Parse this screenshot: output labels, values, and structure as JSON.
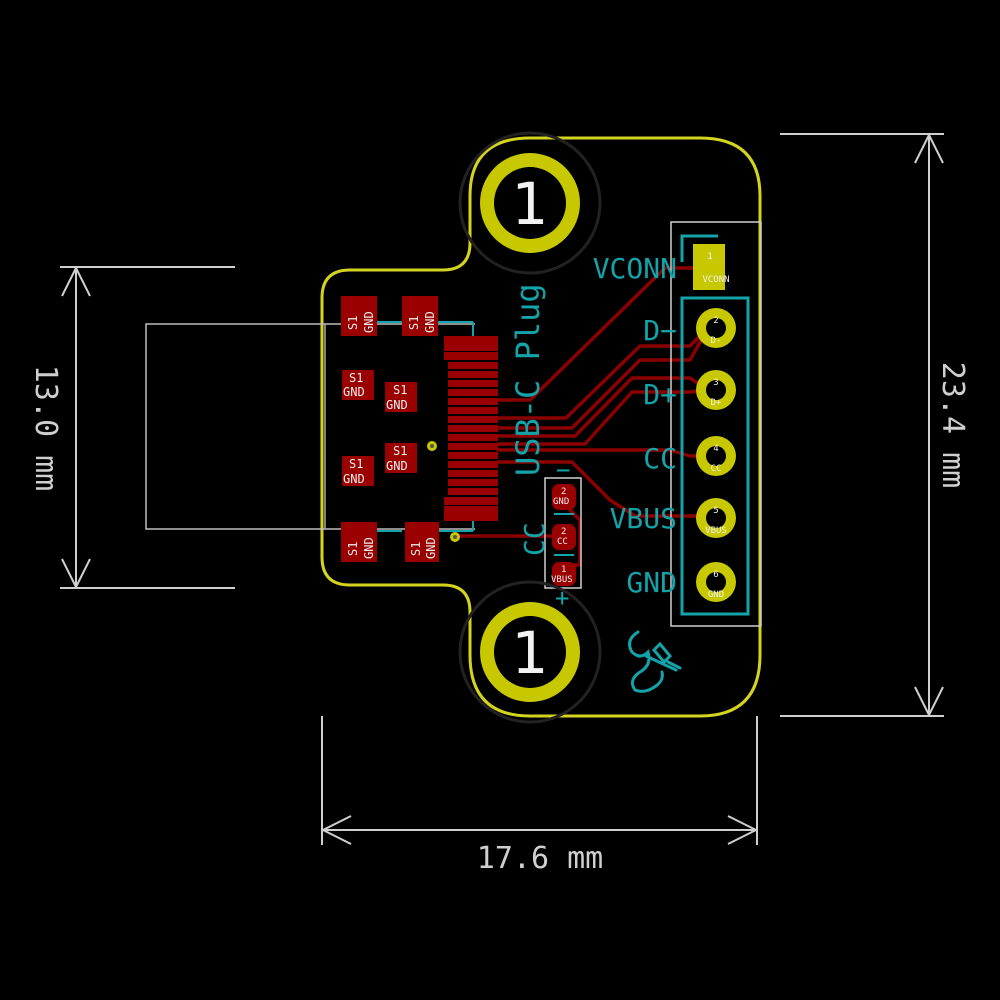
{
  "dimensions": {
    "width": "17.6 mm",
    "height": "23.4 mm",
    "connector": "13.0 mm"
  },
  "board": {
    "title": "USB-C Plug",
    "mount_holes": [
      "1",
      "1"
    ]
  },
  "header": {
    "pins": [
      {
        "number": "1",
        "name": "VCONN",
        "label": "VCONN"
      },
      {
        "number": "2",
        "name": "D-",
        "label": "D−"
      },
      {
        "number": "3",
        "name": "D+",
        "label": "D+"
      },
      {
        "number": "4",
        "name": "CC",
        "label": "CC"
      },
      {
        "number": "5",
        "name": "VBUS",
        "label": "VBUS"
      },
      {
        "number": "6",
        "name": "GND",
        "label": "GND"
      }
    ]
  },
  "shield_pads": [
    {
      "ref": "S1",
      "net": "GND"
    },
    {
      "ref": "S1",
      "net": "GND"
    },
    {
      "ref": "S1",
      "net": "GND"
    },
    {
      "ref": "S1",
      "net": "GND"
    },
    {
      "ref": "S1",
      "net": "GND"
    },
    {
      "ref": "S1",
      "net": "GND"
    },
    {
      "ref": "S1",
      "net": "GND"
    },
    {
      "ref": "S1",
      "net": "GND"
    }
  ],
  "jumper": {
    "label": "CC",
    "pads": [
      {
        "number": "2",
        "net": "GND"
      },
      {
        "number": "2",
        "net": "CC"
      },
      {
        "number": "1",
        "net": "VBUS"
      }
    ],
    "plus": "+",
    "minus": "−"
  },
  "colors": {
    "background": "#000000",
    "edge_cuts": "#d4d420",
    "copper": "#8b0000",
    "pad": "#c8c800",
    "silkscreen": "#13a3a8",
    "dimension": "#cfcfcf"
  }
}
